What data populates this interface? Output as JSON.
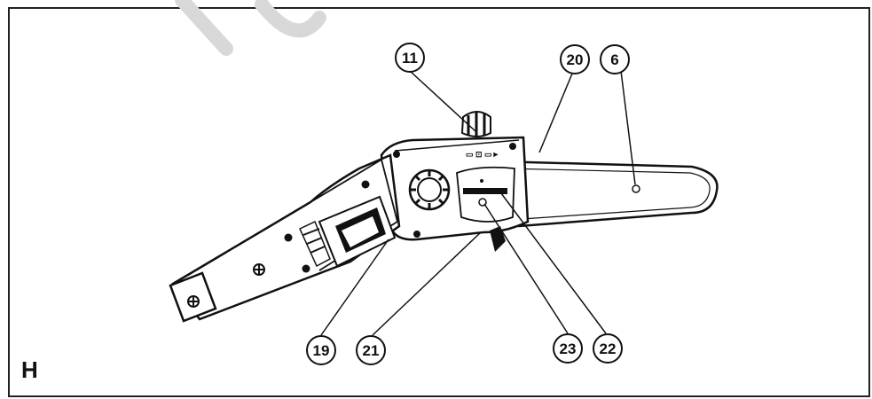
{
  "figure": {
    "letter": "H",
    "callouts": [
      {
        "id": "c11",
        "label": "11"
      },
      {
        "id": "c20",
        "label": "20"
      },
      {
        "id": "c6",
        "label": "6"
      },
      {
        "id": "c19",
        "label": "19"
      },
      {
        "id": "c21",
        "label": "21"
      },
      {
        "id": "c23",
        "label": "23"
      },
      {
        "id": "c22",
        "label": "22"
      }
    ]
  },
  "colors": {
    "ink": "#111111",
    "watermark": "#d8d8d8"
  }
}
